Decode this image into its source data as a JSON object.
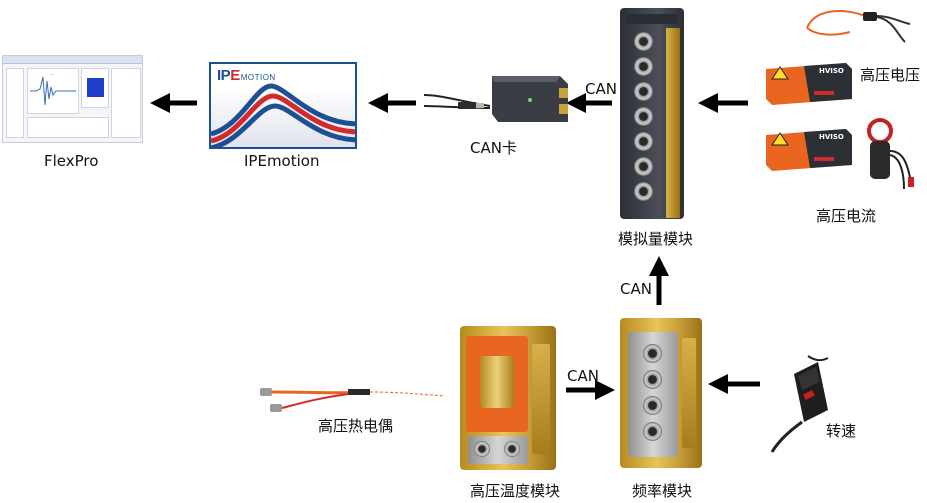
{
  "nodes": {
    "flexpro": {
      "label": "FlexPro"
    },
    "ipemotion": {
      "label": "IPEmotion",
      "logo_ip": "IP",
      "logo_e": "E",
      "logo_motion": "MOTION"
    },
    "can_card": {
      "label": "CAN卡"
    },
    "analog_module": {
      "label": "模拟量模块"
    },
    "hv_voltage": {
      "label": "高压电压",
      "box_text": "HVISO"
    },
    "hv_current": {
      "label": "高压电流",
      "box_text": "HVISO"
    },
    "frequency_module": {
      "label": "频率模块"
    },
    "hv_temp_module": {
      "label": "高压温度模块"
    },
    "hv_thermocouple": {
      "label": "高压热电偶"
    },
    "speed_sensor": {
      "label": "转速"
    }
  },
  "edges": {
    "analog_to_can": "CAN",
    "freq_to_analog": "CAN",
    "temp_to_freq": "CAN"
  },
  "colors": {
    "ipe_blue": "#1c4f94",
    "ipe_red": "#d22a2a",
    "hviso_orange": "#e8661f",
    "module_gold": "#d8b04a",
    "arrow": "#000000"
  }
}
